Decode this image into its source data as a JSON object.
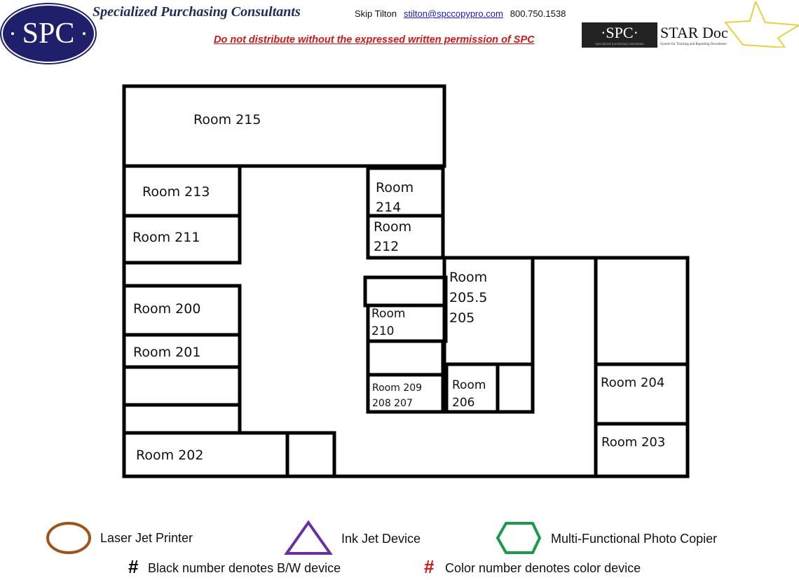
{
  "header": {
    "logo_text": "SPC",
    "company_name": "Specialized Purchasing Consultants",
    "contact_name": "Skip Tilton",
    "contact_email": "stilton@spccopypro.com",
    "contact_phone": "800.750.1538",
    "warning": "Do not distribute without the expressed written permission of SPC",
    "stardoc": {
      "spc": "·SPC·",
      "spc_sub": "specialized purchasing consultants",
      "title": "STAR Doc",
      "subtitle": "System for Tracking and Reporting Documents"
    }
  },
  "rooms": {
    "r215": "Room 215",
    "r213": "Room 213",
    "r211": "Room 211",
    "r200": "Room 200",
    "r201": "Room 201",
    "r202": "Room 202",
    "r214a": "Room",
    "r214b": "214",
    "r212a": "Room",
    "r212b": "212",
    "r210a": "Room",
    "r210b": "210",
    "r209a": "Room 209",
    "r209b": "208 207",
    "r205a": "Room",
    "r205b": "205.5",
    "r205c": "205",
    "r206a": "Room",
    "r206b": "206",
    "r204": "Room 204",
    "r203": "Room 203"
  },
  "legend": {
    "laser": "Laser Jet Printer",
    "inkjet": "Ink Jet Device",
    "mfp": "Multi-Functional Photo Copier",
    "hash": "#",
    "bw": "Black number denotes B/W device",
    "color": "Color number denotes color device",
    "colors": {
      "laser": "#a0521a",
      "inkjet": "#6a2fa0",
      "mfp": "#1a9a4a",
      "color_hash": "#e01010"
    }
  }
}
